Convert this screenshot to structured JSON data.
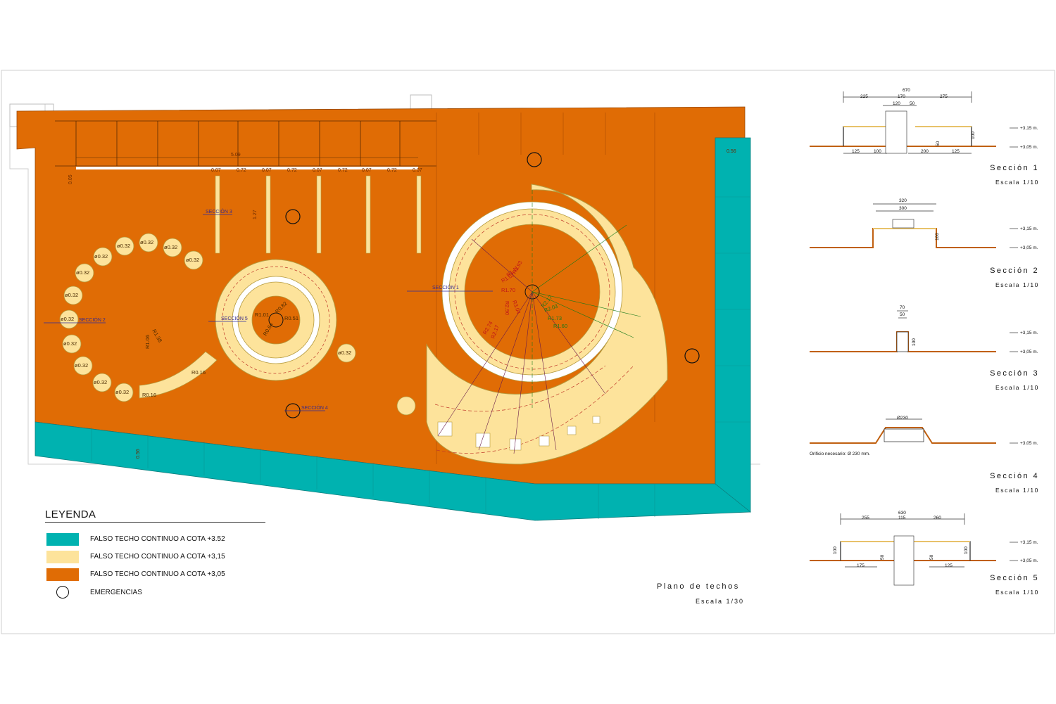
{
  "legend": {
    "title": "LEYENDA",
    "items": [
      {
        "color": "#00b2b0",
        "label": "FALSO TECHO CONTINUO A COTA +3.52"
      },
      {
        "color": "#fde39b",
        "label": "FALSO TECHO CONTINUO A COTA +3,15"
      },
      {
        "color": "#e06c05",
        "label": "FALSO TECHO CONTINUO A COTA +3,05"
      },
      {
        "symbol": "emergency-circle",
        "label": "EMERGENCIAS"
      }
    ]
  },
  "plan": {
    "title": "Plano de techos",
    "scale": "Escala 1/30",
    "colors": {
      "teal": "#00b2b0",
      "yellow": "#fde39b",
      "orange": "#e06c05"
    },
    "section_markers": [
      "SECCIÓN 1",
      "SECCIÓN 2",
      "SECCIÓN 3",
      "SECCIÓN 4",
      "SECCIÓN 5"
    ],
    "dimensions": {
      "width_509": "5.09",
      "d007": "0.07",
      "d072": "0.72",
      "d005": "0.05",
      "d127": "1.27",
      "d056": "0.56",
      "diam032": "ø0.32",
      "r138": "R1.38",
      "r106": "R1.06",
      "r016": "R0.16",
      "r101": "R1.01",
      "r082": "R0.82",
      "r051": "R0.51",
      "r064": "R0.64",
      "r193": "R1.93",
      "r111": "R1.11",
      "r102": "R1.02",
      "r170": "R1.70",
      "r304": "R3.04",
      "r290": "R2.90",
      "r274": "R2.74",
      "r217": "R2.17",
      "r2_17": "R2.17",
      "r203": "R2.03",
      "r173": "R1.73",
      "r160": "R1.60"
    }
  },
  "sections": [
    {
      "title": "Sección 1",
      "scale": "Escala 1/10",
      "dims": {
        "total": "670",
        "a": "225",
        "b": "170",
        "c": "275",
        "d": "120",
        "e": "50",
        "f": "125",
        "g": "100",
        "h": "200",
        "i": "125",
        "j": "50",
        "k": "100"
      },
      "levels": {
        "upper": "+3,15 m.",
        "lower": "+3,05 m."
      }
    },
    {
      "title": "Sección 2",
      "scale": "Escala 1/10",
      "dims": {
        "outer": "320",
        "inner": "300",
        "h": "100"
      },
      "levels": {
        "upper": "+3,15 m.",
        "lower": "+3,05 m."
      }
    },
    {
      "title": "Sección 3",
      "scale": "Escala 1/10",
      "dims": {
        "outer": "70",
        "inner": "50",
        "h": "100"
      },
      "levels": {
        "upper": "+3,15 m.",
        "lower": "+3,05 m."
      }
    },
    {
      "title": "Sección 4",
      "scale": "Escala 1/10",
      "dims": {
        "diam": "Ø230"
      },
      "note": "Orificio necesario: Ø 230 mm.",
      "levels": {
        "lower": "+3,05 m."
      }
    },
    {
      "title": "Sección 5",
      "scale": "Escala 1/10",
      "dims": {
        "total": "630",
        "a": "255",
        "b": "115",
        "c": "260",
        "d": "175",
        "e": "125",
        "f": "50",
        "g": "50",
        "h": "100",
        "i": "100"
      },
      "levels": {
        "upper": "+3,15 m.",
        "lower": "+3,05 m."
      }
    }
  ]
}
